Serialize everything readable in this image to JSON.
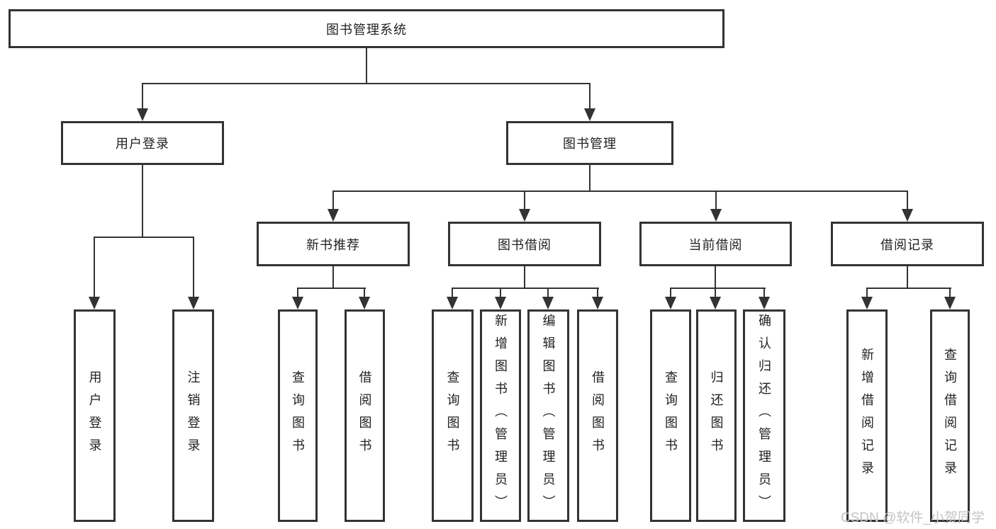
{
  "tree": {
    "root": "图书管理系统",
    "level2": [
      "用户登录",
      "图书管理"
    ],
    "level3": [
      "新书推荐",
      "图书借阅",
      "当前借阅",
      "借阅记录"
    ],
    "leaves": {
      "login": [
        "用户登录",
        "注销登录"
      ],
      "recommend": [
        "查询图书",
        "借阅图书"
      ],
      "borrow": [
        "查询图书",
        "新增图书（管理员）",
        "编辑图书（管理员）",
        "借阅图书"
      ],
      "current": [
        "查询图书",
        "归还图书",
        "确认归还（管理员）"
      ],
      "records": [
        "新增借阅记录",
        "查询借阅记录"
      ]
    }
  },
  "watermark": "CSDN @软件_小贺同学",
  "colors": {
    "line": "#333333",
    "text": "#222222",
    "watermark": "#c4c4c4",
    "background": "#ffffff"
  }
}
